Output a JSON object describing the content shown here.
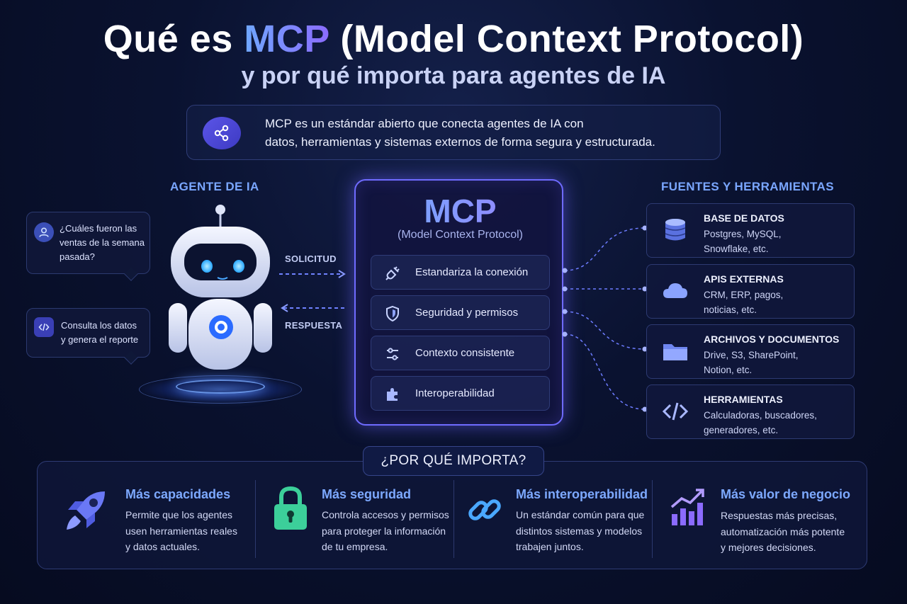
{
  "title": {
    "prefix": "Qué es ",
    "accent": "MCP",
    "suffix": " (Model Context Protocol)",
    "subtitle": "y por qué importa para agentes de IA"
  },
  "intro": {
    "icon": "share-icon",
    "line1": "MCP es un estándar abierto que conecta agentes de IA con",
    "line2": "datos, herramientas y sistemas externos de forma segura y estructurada."
  },
  "agent": {
    "heading": "AGENTE DE IA",
    "bubbles": [
      {
        "icon": "user-icon",
        "lines": [
          "¿Cuáles fueron las",
          "ventas de la semana",
          "pasada?"
        ]
      },
      {
        "icon": "code-icon",
        "lines": [
          "Consulta los datos",
          "y genera el reporte"
        ]
      }
    ],
    "request_label": "SOLICITUD",
    "response_label": "RESPUESTA"
  },
  "mcp": {
    "title": "MCP",
    "subtitle": "(Model Context Protocol)",
    "items": [
      {
        "icon": "plug-icon",
        "label": "Estandariza la conexión"
      },
      {
        "icon": "shield-icon",
        "label": "Seguridad y permisos"
      },
      {
        "icon": "sliders-icon",
        "label": "Contexto consistente"
      },
      {
        "icon": "puzzle-icon",
        "label": "Interoperabilidad"
      }
    ]
  },
  "sources": {
    "heading": "FUENTES Y HERRAMIENTAS",
    "cards": [
      {
        "icon": "database-icon",
        "title": "BASE DE DATOS",
        "lines": [
          "Postgres, MySQL,",
          "Snowflake, etc."
        ]
      },
      {
        "icon": "cloud-icon",
        "title": "APIS EXTERNAS",
        "lines": [
          "CRM, ERP, pagos,",
          "noticias, etc."
        ]
      },
      {
        "icon": "folder-icon",
        "title": "ARCHIVOS Y DOCUMENTOS",
        "lines": [
          "Drive, S3, SharePoint,",
          "Notion, etc."
        ]
      },
      {
        "icon": "code-icon",
        "title": "HERRAMIENTAS",
        "lines": [
          "Calculadoras, buscadores,",
          "generadores, etc."
        ]
      }
    ]
  },
  "why": {
    "heading": "¿POR QUÉ IMPORTA?",
    "columns": [
      {
        "icon": "rocket-icon",
        "title": "Más capacidades",
        "lines": [
          "Permite que los agentes",
          "usen herramientas reales",
          "y datos actuales."
        ]
      },
      {
        "icon": "lock-icon",
        "title": "Más seguridad",
        "lines": [
          "Controla accesos y permisos",
          "para proteger la información",
          "de tu empresa."
        ]
      },
      {
        "icon": "link-icon",
        "title": "Más interoperabilidad",
        "lines": [
          "Un estándar común para que",
          "distintos sistemas y modelos",
          "trabajen juntos."
        ]
      },
      {
        "icon": "growth-chart-icon",
        "title": "Más valor de negocio",
        "lines": [
          "Respuestas más precisas,",
          "automatización más potente",
          "y mejores decisiones."
        ]
      }
    ]
  },
  "colors": {
    "accent_blue": "#7aa6ff",
    "accent_violet": "#8b6bff",
    "background": "#0a1230",
    "lock_green": "#3ccf9a"
  }
}
